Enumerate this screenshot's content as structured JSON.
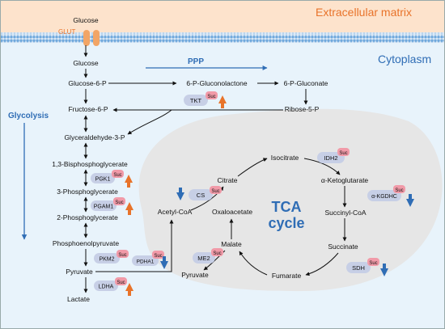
{
  "regions": {
    "extracellular": "Extracellular matrix",
    "cytoplasm": "Cytoplasm",
    "glut": "GLUT"
  },
  "pathways": {
    "glycolysis": "Glycolysis",
    "ppp": "PPP",
    "tca_line1": "TCA",
    "tca_line2": "cycle"
  },
  "metabolites": {
    "glucose_out": "Glucose",
    "glucose_in": "Glucose",
    "g6p": "Glucose-6-P",
    "f6p": "Fructose-6-P",
    "g3p": "Glyceraldehyde-3-P",
    "bpg": "1,3-Bisphosphoglycerate",
    "pg3": "3-Phosphoglycerate",
    "pg2": "2-Phosphoglycerate",
    "pep": "Phosphoenolpyruvate",
    "pyruvate": "Pyruvate",
    "lactate": "Lactate",
    "gluconolactone": "6-P-Gluconolactone",
    "gluconate": "6-P-Gluconate",
    "ribose5p": "Ribose-5-P",
    "acetylcoa": "Acetyl-CoA",
    "citrate": "Citrate",
    "isocitrate": "Isocitrate",
    "akg": "α-Ketoglutarate",
    "succcoa": "Succinyl-CoA",
    "succinate": "Succinate",
    "fumarate": "Fumarate",
    "malate": "Malate",
    "oaa": "Oxaloacetate",
    "pyruvate_mito": "Pyruvate"
  },
  "enzymes": {
    "tkt": "TKT",
    "pgk1": "PGK1",
    "pgam1": "PGAM1",
    "pkm2": "PKM2",
    "ldha": "LDHA",
    "pdha1": "PDHA1",
    "cs": "CS",
    "idh2": "IDH2",
    "akgdhc": "α-KGDHC",
    "sdh": "SDH",
    "me2": "ME2"
  },
  "badge": "Suc",
  "colors": {
    "membrane": "#6fa8dc",
    "extracellular_bg": "#fde3cc",
    "cytoplasm_bg": "#e8f3fb",
    "mito_bg": "#e6e6e6",
    "orange": "#e8732a",
    "blue": "#2f6db5",
    "enzyme_fill": "#c7cfe6",
    "badge_fill": "#f19aa8"
  }
}
